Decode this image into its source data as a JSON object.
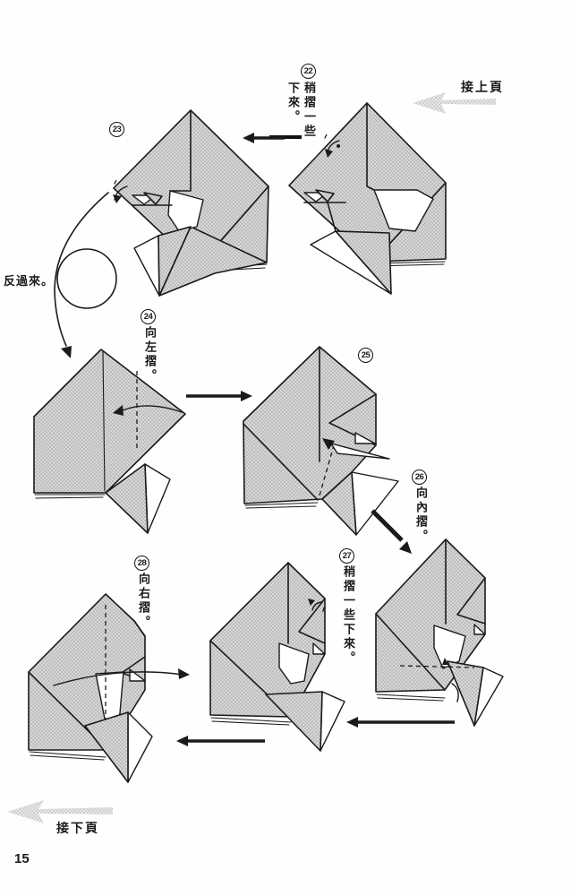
{
  "page": {
    "number": "15",
    "prev_label": "接上頁",
    "next_label": "接下頁",
    "flip_note": "反過來。"
  },
  "steps": {
    "s22": {
      "num": "22",
      "text": "稍摺一些下來。"
    },
    "s23": {
      "num": "23",
      "text": ""
    },
    "s24": {
      "num": "24",
      "text": "向左摺。"
    },
    "s25": {
      "num": "25",
      "text": ""
    },
    "s26": {
      "num": "26",
      "text": "向內摺。"
    },
    "s27": {
      "num": "27",
      "text": "稍摺一些下來。"
    },
    "s28": {
      "num": "28",
      "text": "向右摺。"
    }
  },
  "icons": {
    "prev_arrow": "gray-arrow-left",
    "next_arrow": "gray-arrow-left",
    "flow_arrows": "black-solid-arrows",
    "turn_over": "circle-with-curved-arrow"
  },
  "colors": {
    "ink": "#1a1a1a",
    "paper_shade": "#cccccc",
    "background": "#fefefe"
  }
}
